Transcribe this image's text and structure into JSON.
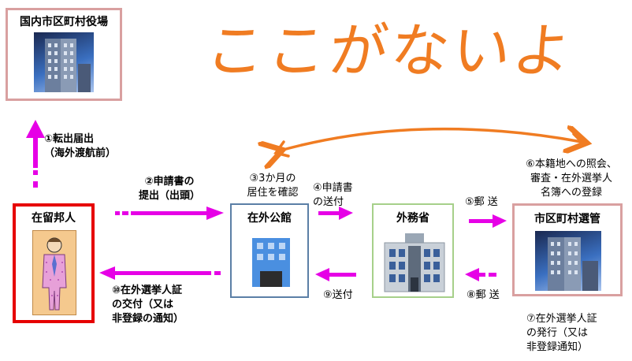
{
  "diagram": {
    "domestic_office": "国内市区町村役場",
    "resident": "在留邦人",
    "embassy": "在外公館",
    "ministry": "外務省",
    "municipal_commission": "市区町村選管",
    "annotation": "ここがないよ"
  },
  "steps": {
    "s1": [
      "①転出届出",
      "（海外渡航前）"
    ],
    "s2": [
      "②申請書の",
      "提出（出頭）"
    ],
    "s3": [
      "③3か月の",
      "居住を確認"
    ],
    "s4": [
      "④申請書",
      "の送付"
    ],
    "s5": "⑤郵  送",
    "s6": [
      "⑥本籍地への照会、",
      "審査・在外選挙人",
      "名簿への登録"
    ],
    "s7": [
      "⑦在外選挙人証",
      "の発行（又は",
      "非登録通知）"
    ],
    "s8": "⑧郵  送",
    "s9": "⑨送付",
    "s10": [
      "⑩在外選挙人証",
      "の交付（又は",
      "非登録の通知）"
    ]
  },
  "colors": {
    "arrow": "#e600e6",
    "annotation": "#f07c22",
    "resident_border": "#e60000",
    "municipal_border": "#d9a0a0",
    "embassy_border": "#5b7fa6",
    "ministry_border": "#a6d08a"
  },
  "icons": {
    "building": "office-building-icon",
    "person": "person-icon",
    "embassy": "embassy-building-icon",
    "ministry": "ministry-building-icon"
  }
}
